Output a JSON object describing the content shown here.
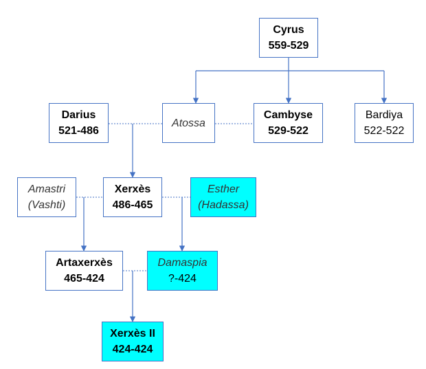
{
  "nodes": {
    "cyrus": {
      "name": "Cyrus",
      "years": "559-529"
    },
    "darius": {
      "name": "Darius",
      "years": "521-486"
    },
    "atossa": {
      "name": "Atossa"
    },
    "cambyse": {
      "name": "Cambyse",
      "years": "529-522"
    },
    "bardiya": {
      "name": "Bardiya",
      "years": "522-522"
    },
    "amastri": {
      "name": "Amastri",
      "alias": "(Vashti)"
    },
    "xerxes": {
      "name": "Xerxès",
      "years": "486-465"
    },
    "esther": {
      "name": "Esther",
      "alias": "(Hadassa)"
    },
    "artaxerxes": {
      "name": "Artaxerxès",
      "years": "465-424"
    },
    "damaspia": {
      "name": "Damaspia",
      "years": "?-424"
    },
    "xerxes2": {
      "name": "Xerxès II",
      "years": "424-424"
    }
  },
  "colors": {
    "border": "#4472C4",
    "highlight": "#00FFFF",
    "line": "#4472C4"
  }
}
